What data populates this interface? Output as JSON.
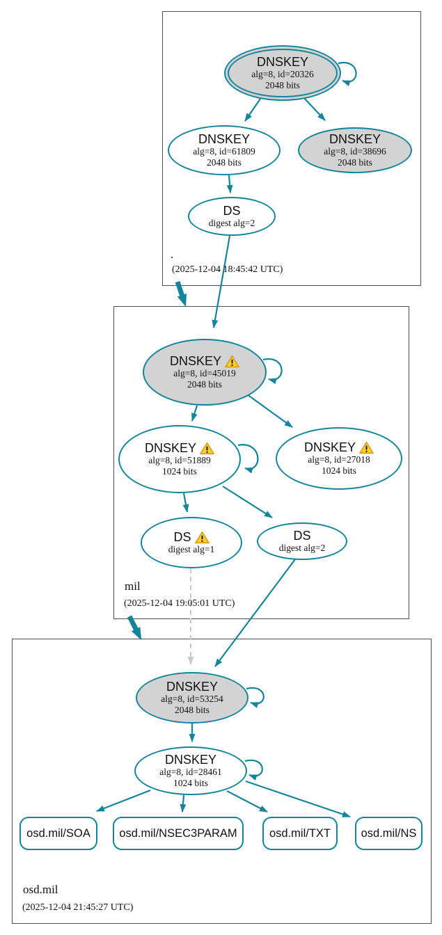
{
  "colors": {
    "edge_teal": "#138499",
    "ksk_fill": "#d3d3d3",
    "insecure_edge": "#c9c9c9",
    "warning_fill": "#fccf2e",
    "warning_border": "#d39612",
    "box_border": "#4f4f4f"
  },
  "zones": {
    "root": {
      "label": ".",
      "timestamp": "(2025-12-04 18:45:42 UTC)"
    },
    "mil": {
      "label": "mil",
      "timestamp": "(2025-12-04 19:05:01 UTC)"
    },
    "osd_mil": {
      "label": "osd.mil",
      "timestamp": "(2025-12-04 21:45:27 UTC)"
    }
  },
  "nodes": {
    "root_ksk": {
      "title": "DNSKEY",
      "alg": "alg=8, id=20326",
      "bits": "2048 bits"
    },
    "root_zsk": {
      "title": "DNSKEY",
      "alg": "alg=8, id=61809",
      "bits": "2048 bits"
    },
    "root_key_38696": {
      "title": "DNSKEY",
      "alg": "alg=8, id=38696",
      "bits": "2048 bits"
    },
    "root_ds": {
      "title": "DS",
      "digest": "digest alg=2"
    },
    "mil_ksk": {
      "title": "DNSKEY",
      "alg": "alg=8, id=45019",
      "bits": "2048 bits"
    },
    "mil_zsk": {
      "title": "DNSKEY",
      "alg": "alg=8, id=51889",
      "bits": "1024 bits"
    },
    "mil_key_27018": {
      "title": "DNSKEY",
      "alg": "alg=8, id=27018",
      "bits": "1024 bits"
    },
    "mil_ds1": {
      "title": "DS",
      "digest": "digest alg=1"
    },
    "mil_ds2": {
      "title": "DS",
      "digest": "digest alg=2"
    },
    "osd_ksk": {
      "title": "DNSKEY",
      "alg": "alg=8, id=53254",
      "bits": "2048 bits"
    },
    "osd_zsk": {
      "title": "DNSKEY",
      "alg": "alg=8, id=28461",
      "bits": "1024 bits"
    },
    "rrset_soa": {
      "label": "osd.mil/SOA"
    },
    "rrset_nsec3param": {
      "label": "osd.mil/NSEC3PARAM"
    },
    "rrset_txt": {
      "label": "osd.mil/TXT"
    },
    "rrset_ns": {
      "label": "osd.mil/NS"
    }
  }
}
